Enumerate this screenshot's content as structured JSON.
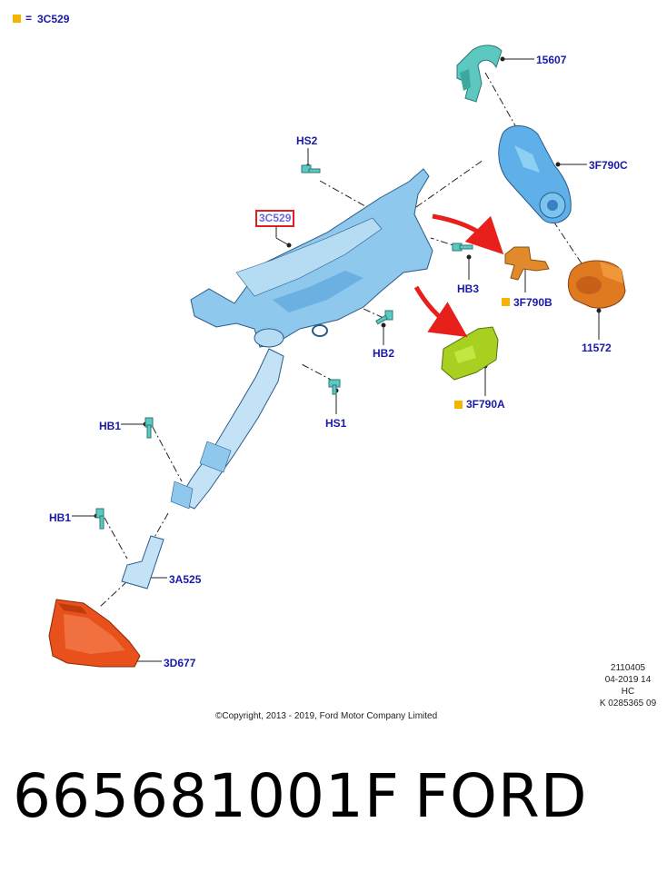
{
  "legend": {
    "equals": "=",
    "code": "3C529",
    "swatch_color": "#f5b400"
  },
  "parts": {
    "p15607": "15607",
    "p3F790C": "3F790C",
    "pHS2": "HS2",
    "p3C529": "3C529",
    "pHB3": "HB3",
    "p3F790B": "3F790B",
    "p11572": "11572",
    "pHB2": "HB2",
    "p3F790A": "3F790A",
    "pHS1": "HS1",
    "pHB1a": "HB1",
    "pHB1b": "HB1",
    "p3A525": "3A525",
    "p3D677": "3D677"
  },
  "meta": {
    "line1": "2110405",
    "line2": "04-2019 14",
    "line3": "HC",
    "line4": "K 0285365 09"
  },
  "copyright": "©Copyright, 2013 - 2019, Ford Motor Company Limited",
  "part_number": "665681001F",
  "brand": "FORD",
  "colors": {
    "label": "#1a1aa8",
    "column": "#8ec8ec",
    "shroud": "#5fb0e8",
    "bracket": "#5cc8c0",
    "switch_b": "#e08a2c",
    "switch_a": "#a8d020",
    "lock": "#e07a20",
    "boot": "#e8501c",
    "arrow": "#e8201c"
  }
}
